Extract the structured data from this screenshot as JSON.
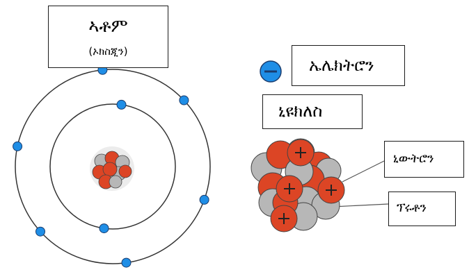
{
  "title": "ኣቶም",
  "subtitle": "(ኦክስጂን)",
  "labels": {
    "electron": "ኤሌክትሮን",
    "nucleus": "ኒዩክለስ",
    "neutron": "ኒውትሮን",
    "proton": "ፕሩቶን"
  },
  "counts": {
    "outer_shell_electrons": 6,
    "inner_shell_electrons": 2
  },
  "colors": {
    "electron": "#1f8ee6",
    "proton": "#dc4525",
    "neutron": "#b7b7b7",
    "orbit": "#333333"
  }
}
